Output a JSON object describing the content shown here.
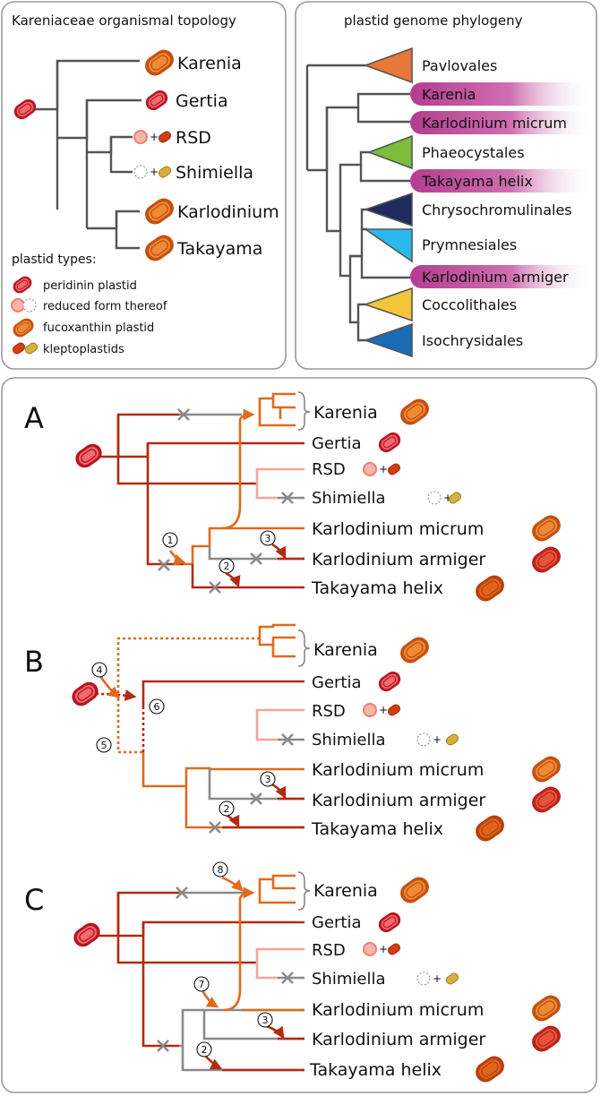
{
  "colors": {
    "peridinin": "#e8343f",
    "fucoxanthin": "#d9621a",
    "tree_grey": "#555555",
    "dark_red": "#b22a12",
    "orange": "#e06a1c",
    "pink_line": "#f2a59a",
    "magenta": "#b33d8f"
  },
  "top_left": {
    "title": "Kareniaceae organismal topology",
    "taxa": [
      "Karenia",
      "Gertia",
      "RSD",
      "Shimiella",
      "Karlodinium",
      "Takayama"
    ],
    "plus": "+",
    "legend_title": "plastid types:",
    "legend": [
      {
        "label": "peridinin plastid",
        "color": "#b22a12"
      },
      {
        "label": "reduced form thereof",
        "color": "#f08f83"
      },
      {
        "label": "fucoxanthin plastid",
        "color": "#d9621a"
      },
      {
        "label": "kleptoplastids",
        "color": "#8a4a1a"
      }
    ]
  },
  "top_right": {
    "title": "plastid genome phylogeny",
    "taxa": [
      "Pavlovales",
      "Karenia",
      "Karlodinium micrum",
      "Phaeocystales",
      "Takayama helix",
      "Chrysochromulinales",
      "Prymnesiales",
      "Karlodinium armiger",
      "Coccolithales",
      "Isochrysidales"
    ]
  },
  "scenarios": [
    {
      "letter": "A",
      "taxa": [
        "Karenia",
        "Gertia",
        "RSD",
        "Shimiella",
        "Karlodinium micrum",
        "Karlodinium armiger",
        "Takayama helix"
      ],
      "markers": [
        "1",
        "2",
        "3"
      ]
    },
    {
      "letter": "B",
      "taxa": [
        "Karenia",
        "Gertia",
        "RSD",
        "Shimiella",
        "Karlodinium micrum",
        "Karlodinium armiger",
        "Takayama helix"
      ],
      "markers": [
        "4",
        "5",
        "6",
        "3",
        "2"
      ]
    },
    {
      "letter": "C",
      "taxa": [
        "Karenia",
        "Gertia",
        "RSD",
        "Shimiella",
        "Karlodinium micrum",
        "Karlodinium armiger",
        "Takayama helix"
      ],
      "markers": [
        "8",
        "7",
        "3",
        "2"
      ]
    }
  ]
}
